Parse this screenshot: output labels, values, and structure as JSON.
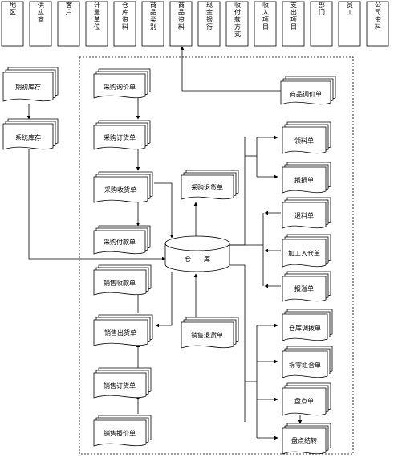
{
  "master_data": [
    "地区",
    "供应商",
    "客户",
    "计量单位",
    "仓库资料",
    "商品类别",
    "商品资料",
    "现金银行",
    "收付款方式",
    "收入项目",
    "支出项目",
    "部门",
    "员工",
    "公司资料"
  ],
  "left_docs": {
    "initial_stock": "期初库存",
    "system_stock": "系统库存"
  },
  "purchase_docs": {
    "inquiry": "采购询价单",
    "order": "采购订货单",
    "receipt": "采购收货单",
    "payment": "采购付款单",
    "return": "采购退货单"
  },
  "warehouse": "仓　　库",
  "price_adjust": "商品调价单",
  "right_docs": [
    "领料单",
    "报损单",
    "退料单",
    "加工入仓单",
    "报溢单",
    "仓库调拨单",
    "拆零组合单",
    "盘点单",
    "盘点结转"
  ],
  "sales_docs": {
    "collection": "销售收款单",
    "delivery": "销售出货单",
    "return": "销售退货单",
    "order": "销售订货单",
    "quote": "销售报价单"
  }
}
